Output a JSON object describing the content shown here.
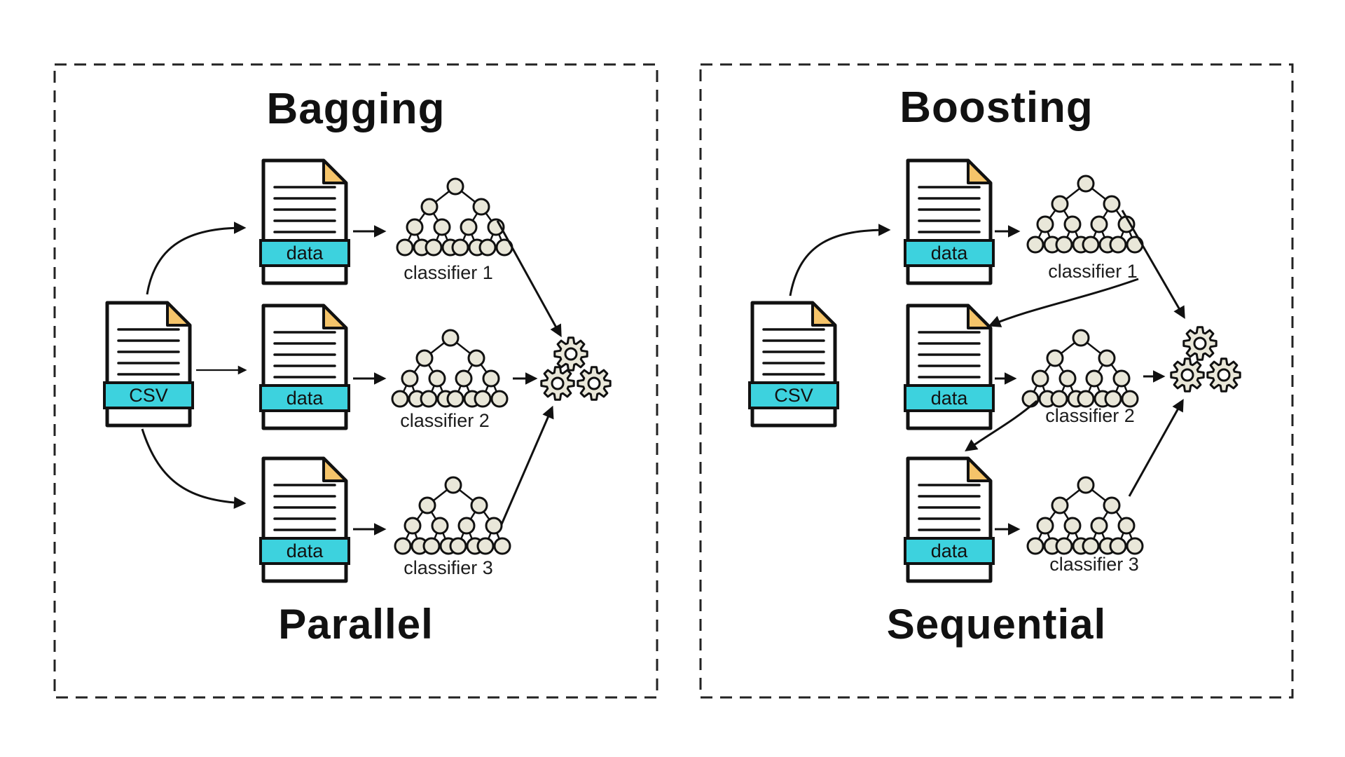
{
  "panels": [
    {
      "title": "Bagging",
      "caption": "Parallel",
      "source_file": {
        "label": "CSV",
        "band_color": "#57c98b",
        "fold_color": "#f5c46a"
      },
      "data_files": [
        {
          "label": "data",
          "band_color": "#3dd2de",
          "fold_color": "#3dd2de"
        },
        {
          "label": "data",
          "band_color": "#3dd2de",
          "fold_color": "#3dd2de"
        },
        {
          "label": "data",
          "band_color": "#3dd2de",
          "fold_color": "#3dd2de"
        }
      ],
      "classifiers": [
        {
          "label": "classifier 1"
        },
        {
          "label": "classifier 2"
        },
        {
          "label": "classifier 3"
        }
      ]
    },
    {
      "title": "Boosting",
      "caption": "Sequential",
      "source_file": {
        "label": "CSV",
        "band_color": "#57c98b",
        "fold_color": "#f5c46a"
      },
      "data_files": [
        {
          "label": "data",
          "band_color": "#3dd2de",
          "fold_color": "#3dd2de"
        },
        {
          "label": "data",
          "band_color": "#f3c35c",
          "fold_color": "#f2b954"
        },
        {
          "label": "data",
          "band_color": "#a72ad8",
          "fold_color": "#a72ad8"
        }
      ],
      "classifiers": [
        {
          "label": "classifier 1"
        },
        {
          "label": "classifier 2"
        },
        {
          "label": "classifier 3"
        }
      ]
    }
  ],
  "colors": {
    "background": "#ffffff",
    "outline": "#111111",
    "csv_green": "#57c98b",
    "fold_tan": "#f5c46a",
    "data_cyan": "#3dd2de",
    "data_orange": "#f3c35c",
    "data_purple": "#a72ad8",
    "tree_node_fill": "#e9e7d9",
    "gear_fill": "#e9e7d9"
  }
}
